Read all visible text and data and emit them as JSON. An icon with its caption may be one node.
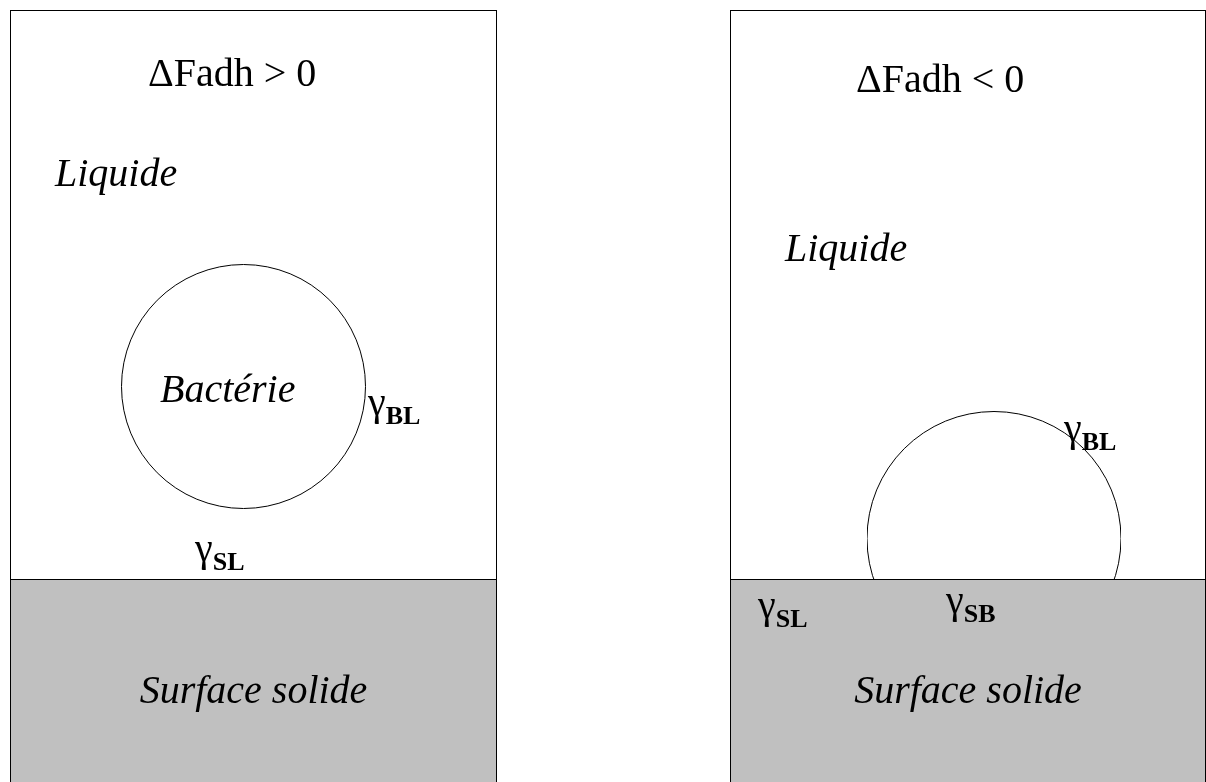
{
  "diagram": {
    "nodes": [
      {
        "text": [
          "ΔFadh > 0",
          "Liquide"
        ]
      },
      {
        "text": [
          "Bactérie"
        ],
        "in": 0
      },
      {
        "text": [
          "Surface solide"
        ],
        "in": 0
      },
      {
        "text": [
          "ΔFadh < 0",
          "Liquide"
        ]
      },
      {
        "text": [],
        "shape": "circle",
        "in": 3
      },
      {
        "text": [
          "Surface solide"
        ],
        "in": 3
      }
    ],
    "edges": [],
    "labels": [
      "γ$_{BL}$",
      "γ$_{SL}$",
      "γ$_{BL}$",
      "γ$_{SB}$",
      "γ$_{SL}$"
    ]
  }
}
